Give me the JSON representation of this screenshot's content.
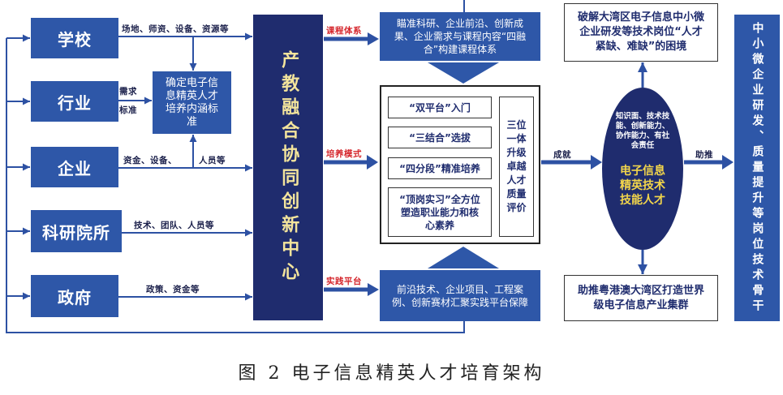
{
  "caption": "图 2 电子信息精英人才培育架构",
  "stakeholders": [
    "学校",
    "行业",
    "企业",
    "科研院所",
    "政府"
  ],
  "contributions": {
    "school": "场地、师资、设备、资源等",
    "industry_top": "需求",
    "industry_bottom": "标准",
    "enterprise_left": "资金、设备、",
    "enterprise_right": "人员等",
    "research": "技术、团队、人员等",
    "government": "政策、资金等"
  },
  "standard_box": "确定电子信息精英人才培养内涵标准",
  "center_hub": "产教融合协同创新中心",
  "flow_labels": {
    "curriculum": "课程体系",
    "training_mode": "培养模式",
    "practice_platform": "实践平台",
    "achieve": "成就",
    "boost": "助推"
  },
  "curriculum_box": "瞄准科研、企业前沿、创新成果、企业需求与课程内容“四融合”构建课程体系",
  "training": {
    "steps": [
      "“双平台”入门",
      "“三结合”选拔",
      "“四分段”精准培养",
      "“顶岗实习”全方位塑造职业能力和核心素养"
    ],
    "evaluation": "三位一体升级卓越人才质量评价"
  },
  "platform_box": "前沿技术、企业项目、工程案例、创新赛材汇聚实践平台保障",
  "talent": {
    "traits": "知识面、技术技能、创新能力、协作能力、有社会责任",
    "title": "电子信息精英技术技能人才"
  },
  "impact_top": "破解大湾区电子信息中小微企业研发等技术岗位“人才紧缺、难缺”的困境",
  "impact_bottom": "助推粤港澳大湾区打造世界级电子信息产业集群",
  "target_role": "中小微企业研发、质量提升等岗位技术骨干",
  "colors": {
    "box_blue": "#2e57a8",
    "hub_navy": "#1f2c6e",
    "hub_text": "#f3e49c",
    "arrow_blue": "#2d51a3",
    "ink_navy": "#1f2c6e",
    "flow_label_red": "#d5262c",
    "talent_title_yellow": "#f2d54b"
  }
}
